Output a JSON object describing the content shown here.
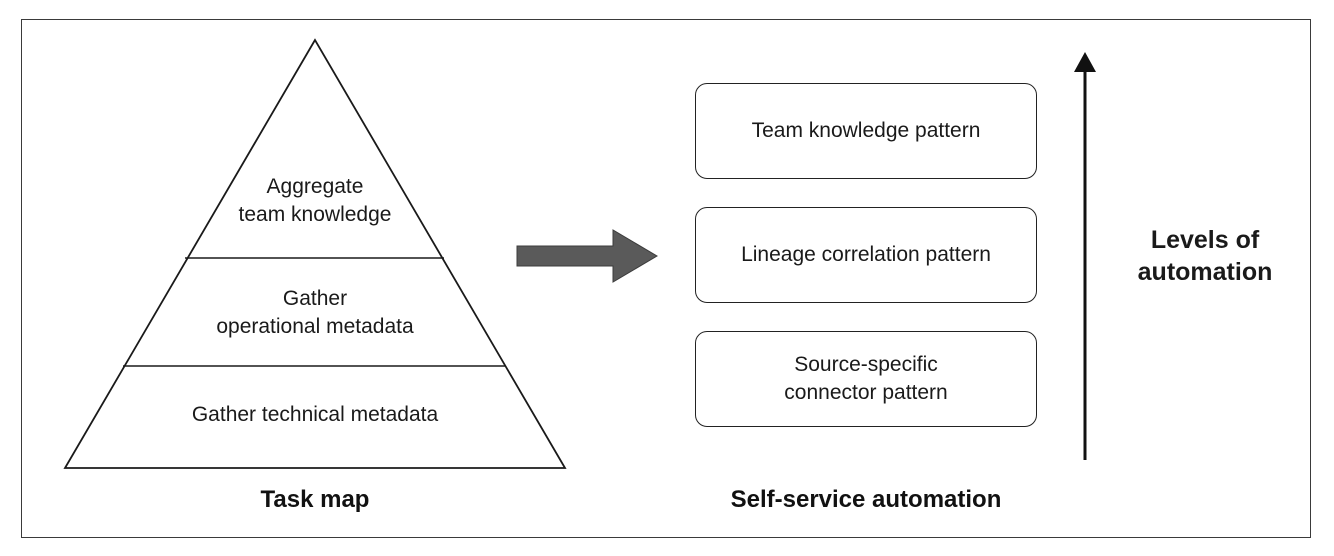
{
  "task_map": {
    "levels": [
      {
        "lines": [
          "Aggregate",
          "team knowledge"
        ]
      },
      {
        "lines": [
          "Gather",
          "operational metadata"
        ]
      },
      {
        "lines": [
          "Gather technical metadata"
        ]
      }
    ],
    "caption": "Task map"
  },
  "automation": {
    "patterns": [
      {
        "lines": [
          "Team knowledge pattern"
        ]
      },
      {
        "lines": [
          "Lineage correlation pattern"
        ]
      },
      {
        "lines": [
          "Source-specific",
          "connector pattern"
        ]
      }
    ],
    "caption": "Self-service automation"
  },
  "levels_label": {
    "lines": [
      "Levels of",
      "automation"
    ]
  },
  "colors": {
    "stroke": "#1a1a1a",
    "transition_arrow": "#5a5a5a",
    "background": "#ffffff"
  }
}
